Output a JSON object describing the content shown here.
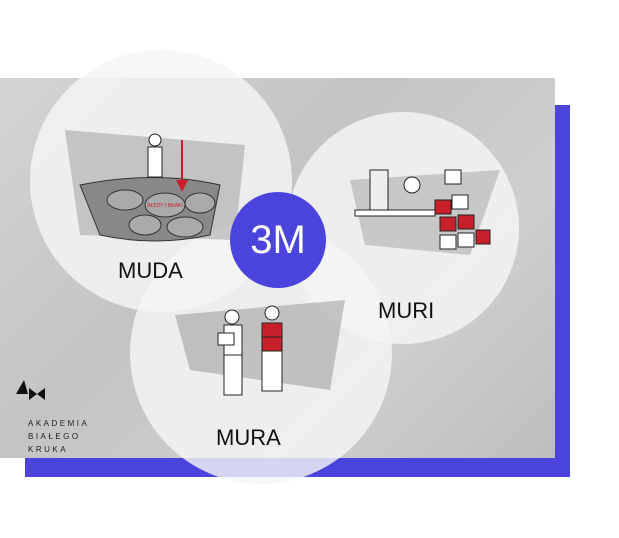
{
  "center_label": "3M",
  "concepts": [
    {
      "label": "MUDA"
    },
    {
      "label": "MURI"
    },
    {
      "label": "MURA"
    }
  ],
  "muda_stone_label": "BŁĘDY I BRAKI",
  "logo": {
    "lines": [
      "AKADEMIA",
      "BIAŁEGO",
      "KRUKA"
    ]
  },
  "colors": {
    "accent": "#4b44dc",
    "highlight": "#c8202a"
  }
}
